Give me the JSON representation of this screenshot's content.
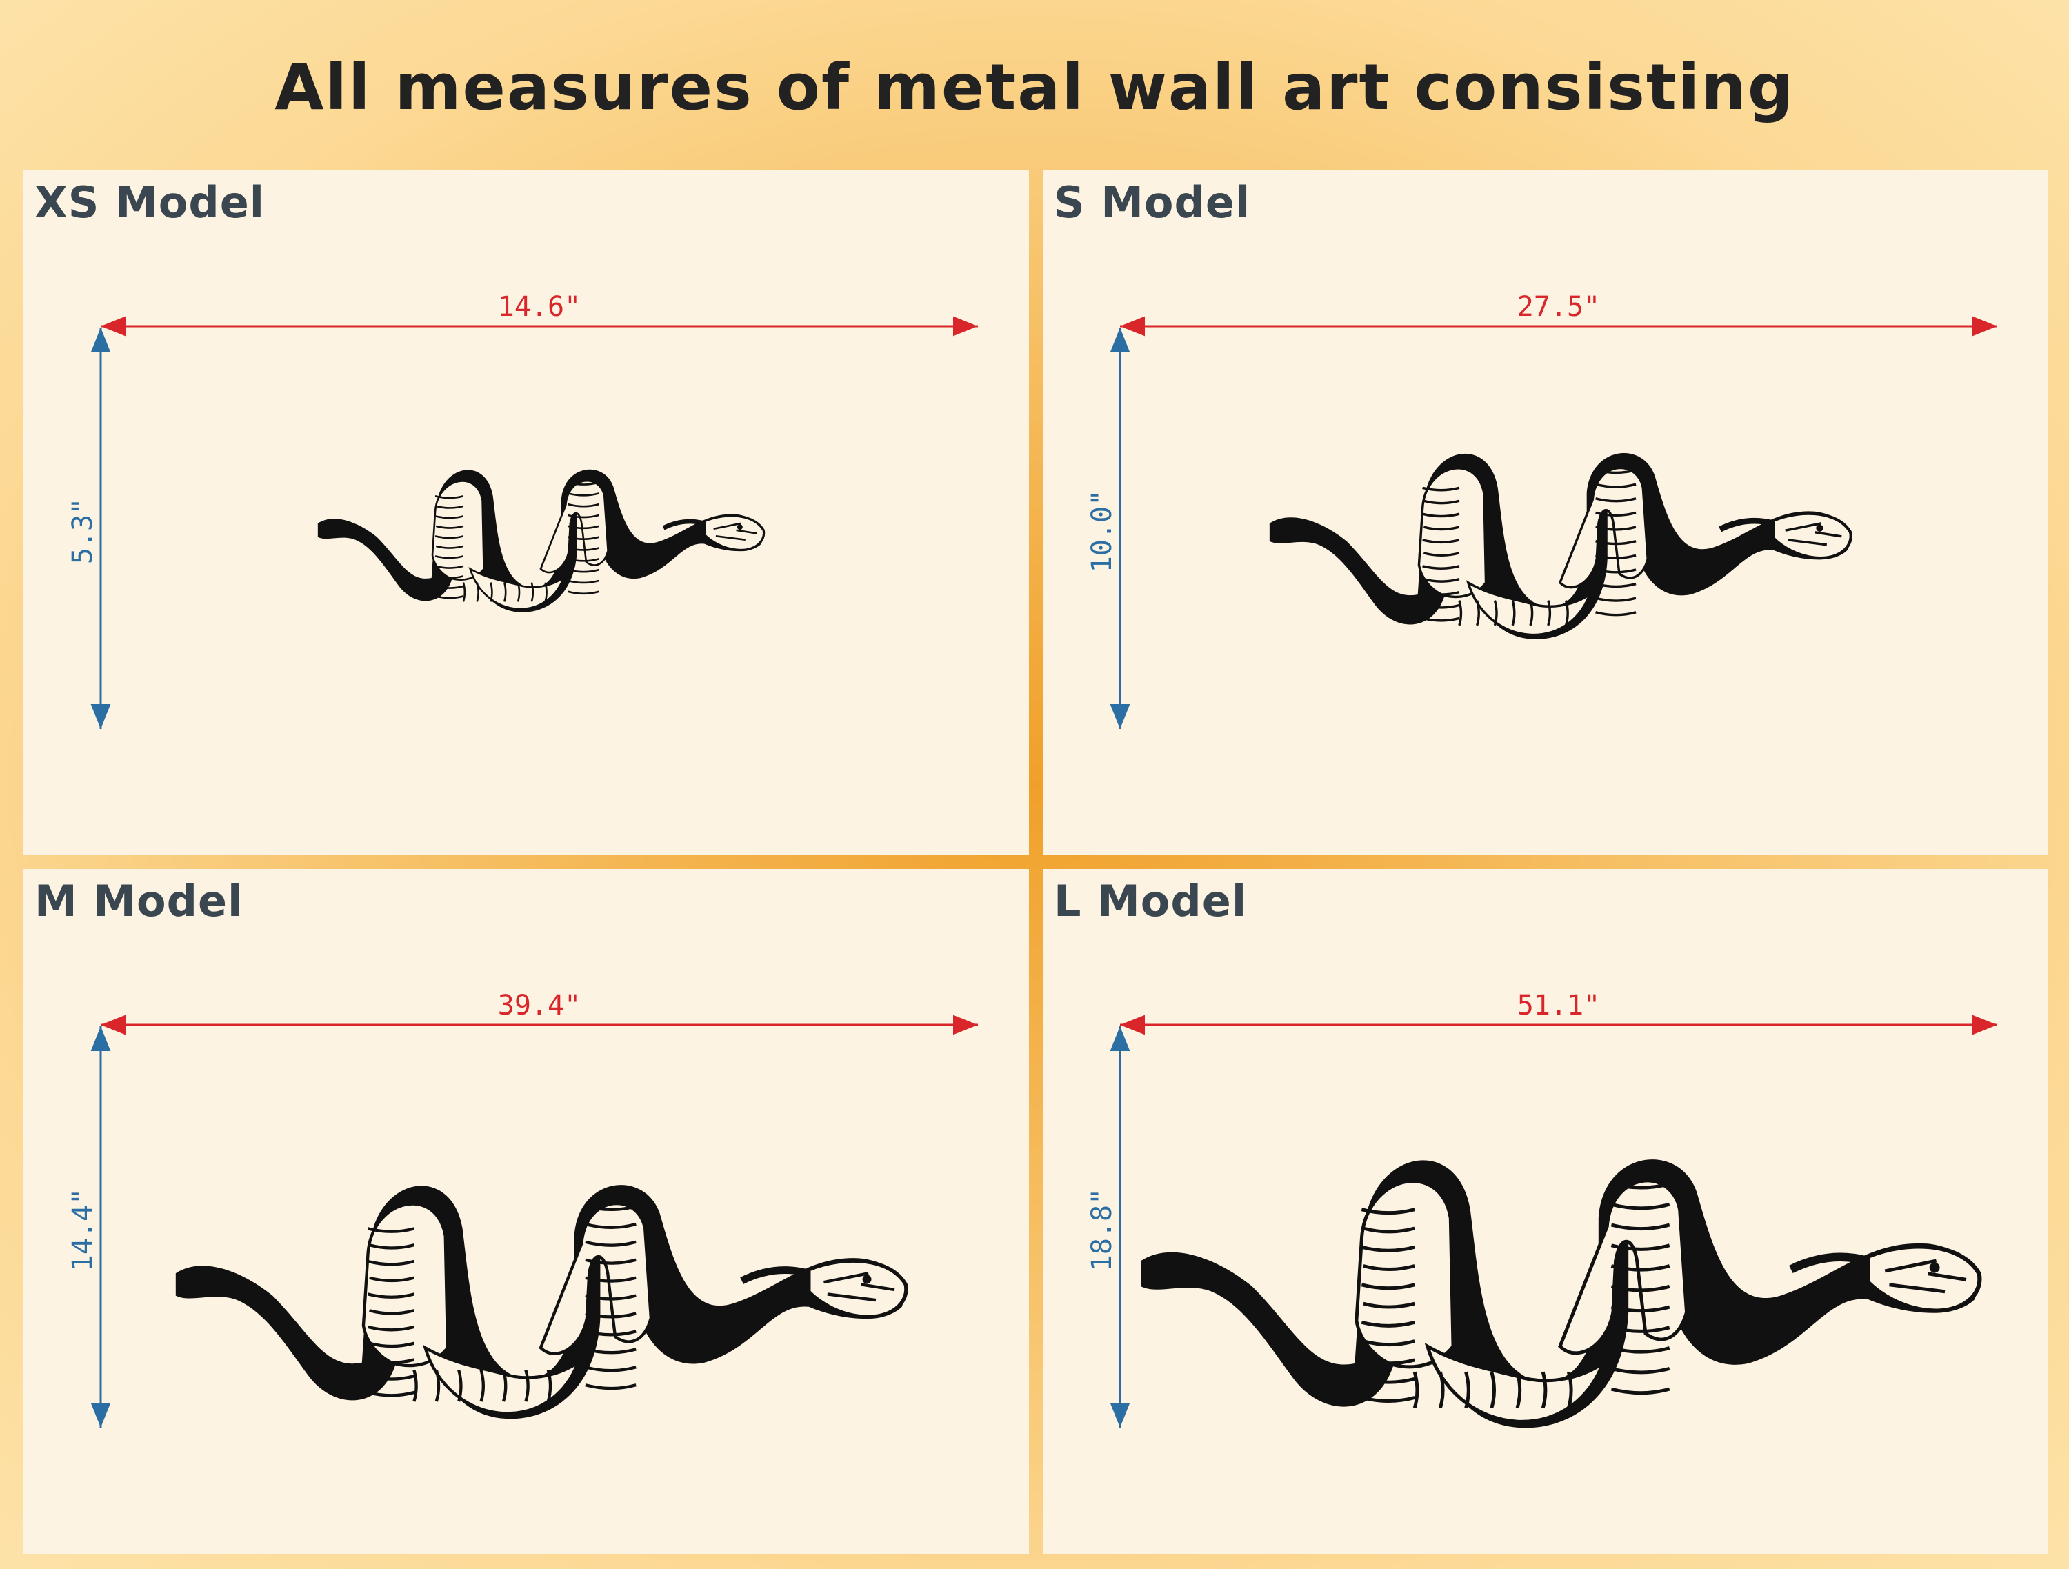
{
  "title": "All measures of metal wall art consisting",
  "colors": {
    "width_arrow": "#d8262a",
    "height_arrow": "#2a6ea3",
    "panel": "#fdf3e3",
    "label": "#3a4650"
  },
  "models": [
    {
      "label": "XS Model",
      "width": "14.6\"",
      "height": "5.3\"",
      "scale": 0.66
    },
    {
      "label": "S Model",
      "width": "27.5\"",
      "height": "10.0\"",
      "scale": 0.86
    },
    {
      "label": "M Model",
      "width": "39.4\"",
      "height": "14.4\"",
      "scale": 1.08
    },
    {
      "label": "L Model",
      "width": "51.1\"",
      "height": "18.8\"",
      "scale": 1.24
    }
  ],
  "icons": {
    "artwork": "snake-silhouette-icon"
  }
}
